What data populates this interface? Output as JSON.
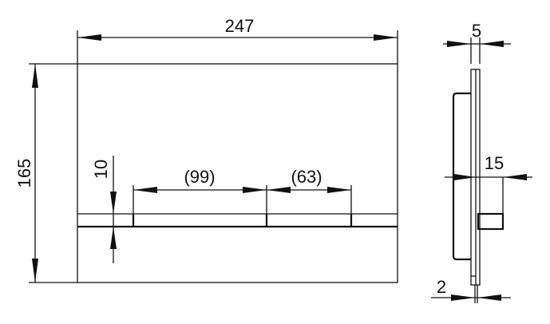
{
  "drawing": {
    "front_view": {
      "width_label": "247",
      "height_label": "165",
      "button_height_label": "10",
      "button_left_width_label": "(99)",
      "button_right_width_label": "(63)"
    },
    "side_view": {
      "thickness_label": "5",
      "depth_label": "15",
      "plate_label": "2"
    }
  }
}
